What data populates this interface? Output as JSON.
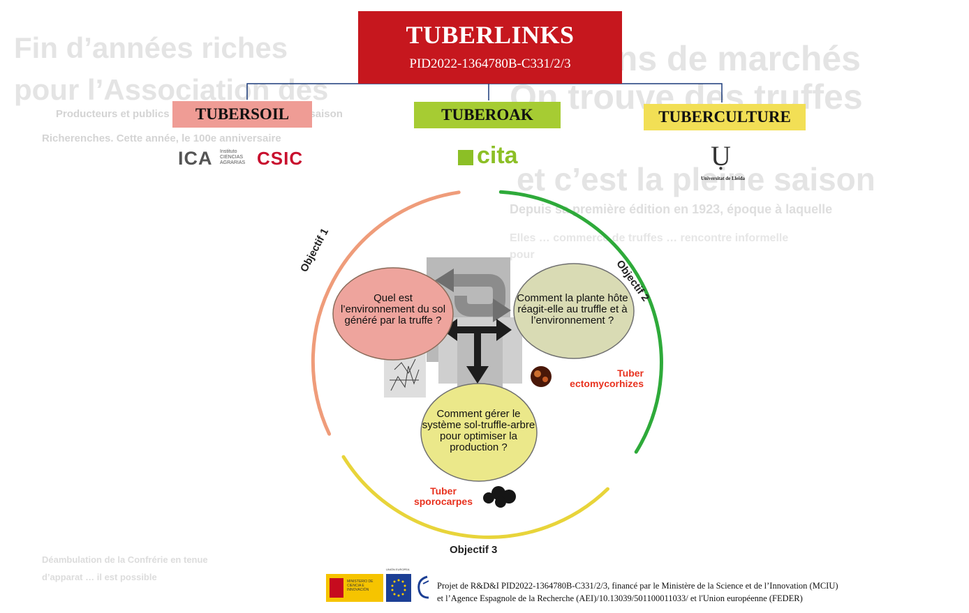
{
  "title": "TUBERLINKS",
  "project_code": "PID2022-1364780B-C331/2/3",
  "subprojects": [
    {
      "label": "TUBERSOIL",
      "color": "#ef9c95"
    },
    {
      "label": "TUBEROAK",
      "color": "#a6cc33"
    },
    {
      "label": "TUBERCULTURE",
      "color": "#f2df55"
    }
  ],
  "logos": {
    "ica": "ICA",
    "ica_sub": "Instituto CIENCIAS AGRARIAS",
    "csic": "CSIC",
    "cita": "cita",
    "udl_mark": "Ụ",
    "udl": "Universitat de Lleida"
  },
  "objectives": [
    "Objectif 1",
    "Objectif 2",
    "Objectif 3"
  ],
  "questions": [
    "Quel est l’environnement du sol généré par la truffe ?",
    "Comment la plante hôte réagit-elle au truffle et à l’environnement ?",
    "Comment gérer le système sol-truffle-arbre pour optimiser la production ?"
  ],
  "labels": {
    "ectomycorhizes": "Tuber ectomycorhizes",
    "sporocarpes": "Tuber sporocarpes"
  },
  "funding": {
    "ministry": "MINISTERIO DE CIENCIA E INNOVACIÓN",
    "eu": "UNIÓN EUROPEA",
    "line1": "Projet de R&D&I PID2022-1364780B-C331/2/3, financé par le Ministère de la Science et de l’Innovation (MCIU)",
    "line2": "et l’Agence Espagnole de la Recherche (AEI)/10.13039/501100011033/ et l'Union européenne (FEDER)"
  },
  "background": {
    "a": "Cent ans de marchés",
    "b": "On trouve des truffes",
    "c": "Fin d’années riches",
    "d": "pour l’Association des",
    "e": "et c’est la pleine saison",
    "f": "Producteurs et publics … samedi 2 … inaugurer la saison",
    "g": "Richerenches. Cette année, le 100e anniversaire",
    "h": "Depuis sa première édition en 1923, époque à laquelle",
    "i": "Elles … commerce de truffes … rencontre informelle pour",
    "j": "Déambulation de la Confrérie en tenue",
    "k": "d’apparat … il est possible"
  },
  "colors": {
    "title_bg": "#c6171e",
    "arc_objectif1": "#ef9c7a",
    "arc_objectif2": "#2eaa3a",
    "arc_objectif3": "#e8d43a",
    "accent_red": "#e8321f"
  }
}
